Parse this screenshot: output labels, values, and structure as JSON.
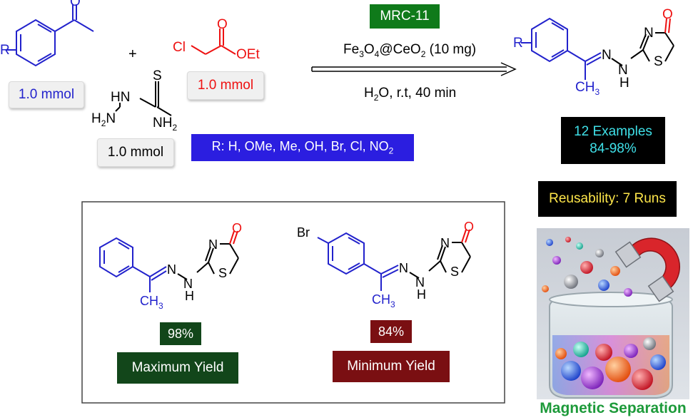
{
  "reactants": {
    "acetophenone": {
      "substituent": "R",
      "amount": "1.0 mmol"
    },
    "plus": "+",
    "thiosemicarbazide": {
      "atom_s": "S",
      "atom_hn": "HN",
      "atom_h2n": "H2N",
      "atom_nh2": "NH2",
      "amount": "1.0 mmol"
    },
    "ethyl_chloroacetate": {
      "atom_cl": "Cl",
      "atom_o": "O",
      "atom_oet": "OEt",
      "amount": "1.0 mmol"
    }
  },
  "substituents_box": "R: H, OMe, Me, OH, Br, Cl, NO2",
  "conditions": {
    "catalyst_code": "MRC-11",
    "catalyst_formula": "Fe3O4@CeO2 (10 mg)",
    "solvent_time": "H2O, r.t, 40 min"
  },
  "product": {
    "substituent": "R",
    "atom_n": "N",
    "atom_o": "O",
    "atom_s": "S",
    "methyl": "CH3"
  },
  "results": {
    "examples_line1": "12 Examples",
    "examples_line2": "84-98%",
    "reusability": "Reusability: 7 Runs"
  },
  "examples": [
    {
      "yield": "98%",
      "label": "Maximum Yield",
      "methyl": "CH3"
    },
    {
      "substituent": "Br",
      "yield": "84%",
      "label": "Minimum Yield",
      "methyl": "CH3"
    }
  ],
  "image_caption": "Magnetic Separation",
  "colors": {
    "blue": "#2222cc",
    "red": "#ee1111",
    "green_box": "#0f7a1a",
    "substituent_box": "#2b1ee0",
    "max_yield": "#12461a",
    "min_yield": "#7a0f12",
    "cyan_text": "#3fe0e8",
    "yellow_text": "#ffe74a",
    "caption_green": "#1d9a3a"
  }
}
